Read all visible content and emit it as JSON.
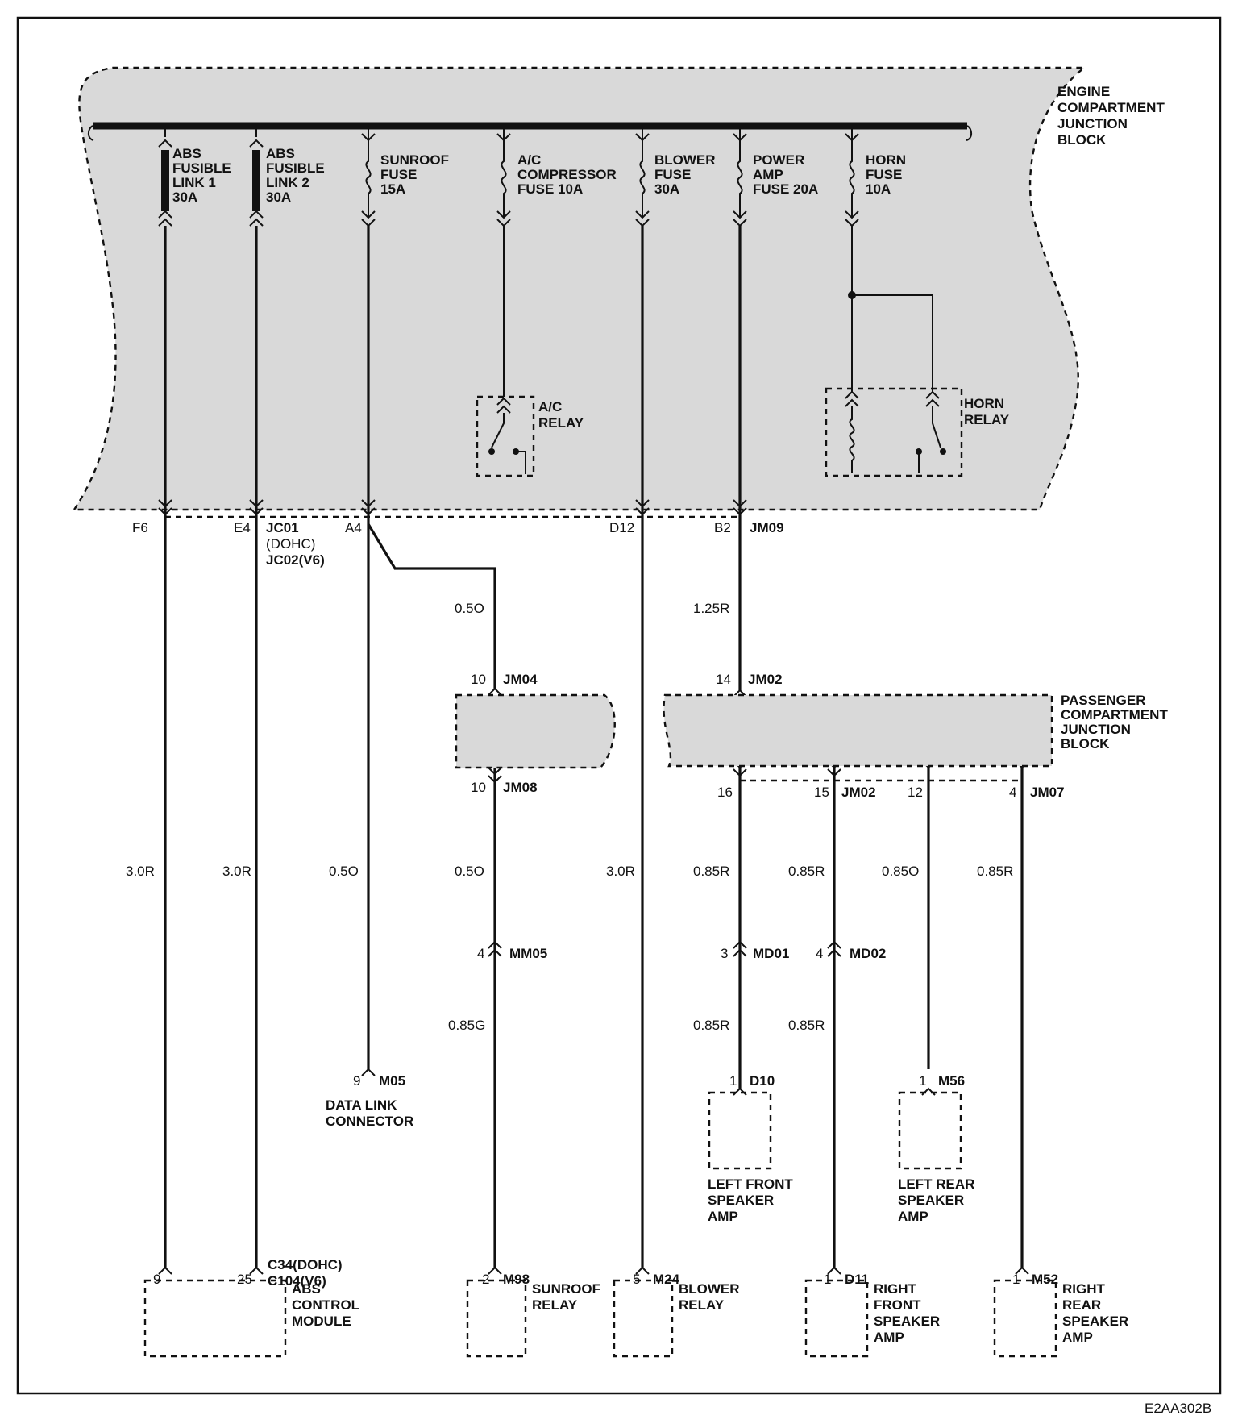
{
  "title_block": {
    "code": "E2AA302B"
  },
  "engine_compartment_junction_block": {
    "label": [
      "ENGINE",
      "COMPARTMENT",
      "JUNCTION",
      "BLOCK"
    ]
  },
  "passenger_compartment_junction_block": {
    "label": [
      "PASSENGER",
      "COMPARTMENT",
      "JUNCTION",
      "BLOCK"
    ]
  },
  "fuses": [
    {
      "label": [
        "ABS",
        "FUSIBLE",
        "LINK 1",
        "30A"
      ]
    },
    {
      "label": [
        "ABS",
        "FUSIBLE",
        "LINK 2",
        "30A"
      ]
    },
    {
      "label": [
        "SUNROOF",
        "FUSE",
        "15A"
      ]
    },
    {
      "label": [
        "A/C",
        "COMPRESSOR",
        "FUSE 10A"
      ]
    },
    {
      "label": [
        "BLOWER",
        "FUSE",
        "30A"
      ]
    },
    {
      "label": [
        "POWER",
        "AMP",
        "FUSE 20A"
      ]
    },
    {
      "label": [
        "HORN",
        "FUSE",
        "10A"
      ]
    }
  ],
  "relays_in_block": {
    "ac_relay": [
      "A/C",
      "RELAY"
    ],
    "horn_relay": [
      "HORN",
      "RELAY"
    ]
  },
  "block_pins": {
    "f6": "F6",
    "e4": "E4",
    "a4": "A4",
    "d12": "D12",
    "b2": "B2",
    "jc01": "JC01",
    "dohc": "(DOHC)",
    "jc02": "JC02(V6)",
    "jm09": "JM09"
  },
  "wire_labels": {
    "w_3r_1": "3.0R",
    "w_3r_2": "3.0R",
    "w_05o_a": "0.5O",
    "w_05o_b": "0.5O",
    "w_05o_c": "0.5O",
    "w_3r_3": "3.0R",
    "w_125r": "1.25R",
    "w_085g": "0.85G",
    "w_085r_1": "0.85R",
    "w_085r_2": "0.85R",
    "w_085o": "0.85O",
    "w_085r_3": "0.85R",
    "w_085r_4": "0.85R",
    "w_085r_5": "0.85R"
  },
  "connectors": {
    "jm04_pin": "10",
    "jm04": "JM04",
    "jm08_pin": "10",
    "jm08": "JM08",
    "jm02_top_pin": "14",
    "jm02_top": "JM02",
    "p16": "16",
    "p15": "15",
    "jm02_bot": "JM02",
    "p12": "12",
    "p4": "4",
    "jm07": "JM07",
    "mm05_pin": "4",
    "mm05": "MM05",
    "md01_pin": "3",
    "md01": "MD01",
    "md02_pin": "4",
    "md02": "MD02",
    "m05_pin": "9",
    "m05": "M05",
    "d10_pin": "1",
    "d10": "D10",
    "m56_pin": "1",
    "m56": "M56",
    "abs_pin9": "9",
    "abs_pin25": "25",
    "c34": "C34(DOHC)",
    "c104": "C104(V6)",
    "m98_pin": "2",
    "m98": "M98",
    "m24_pin": "5",
    "m24": "M24",
    "d11_pin": "1",
    "d11": "D11",
    "m52_pin": "1",
    "m52": "M52"
  },
  "components": {
    "data_link": [
      "DATA LINK",
      "CONNECTOR"
    ],
    "left_front": [
      "LEFT FRONT",
      "SPEAKER",
      "AMP"
    ],
    "left_rear": [
      "LEFT REAR",
      "SPEAKER",
      "AMP"
    ],
    "abs_module": [
      "ABS",
      "CONTROL",
      "MODULE"
    ],
    "sunroof_relay": [
      "SUNROOF",
      "RELAY"
    ],
    "blower_relay": [
      "BLOWER",
      "RELAY"
    ],
    "right_front": [
      "RIGHT",
      "FRONT",
      "SPEAKER",
      "AMP"
    ],
    "right_rear": [
      "RIGHT",
      "REAR",
      "SPEAKER",
      "AMP"
    ]
  }
}
